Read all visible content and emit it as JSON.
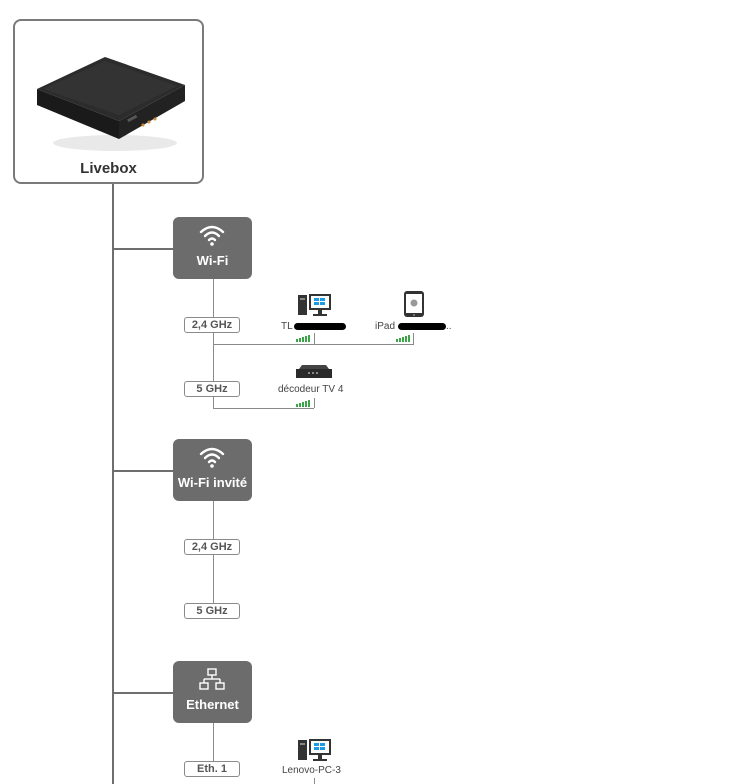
{
  "livebox": {
    "title": "Livebox"
  },
  "groups": [
    {
      "label": "Wi-Fi",
      "icon": "wifi-icon"
    },
    {
      "label": "Wi-Fi invité",
      "icon": "wifi-icon"
    },
    {
      "label": "Ethernet",
      "icon": "ethernet-network-icon"
    }
  ],
  "bands": {
    "wifi_24": "2,4 GHz",
    "wifi_5": "5 GHz",
    "guest_24": "2,4 GHz",
    "guest_5": "5 GHz",
    "eth1": "Eth. 1"
  },
  "clients": [
    {
      "label": "TL",
      "icon": "desktop-pc-icon"
    },
    {
      "label": "iPad",
      "icon": "apple-tablet-icon"
    },
    {
      "label": "décodeur TV 4",
      "icon": "tv-decoder-icon"
    },
    {
      "label": "Lenovo-PC-3",
      "icon": "desktop-pc-icon"
    }
  ],
  "colors": {
    "signal": "#3aa648",
    "group_bg": "#6c6c6c",
    "line": "#6e6e6e"
  }
}
